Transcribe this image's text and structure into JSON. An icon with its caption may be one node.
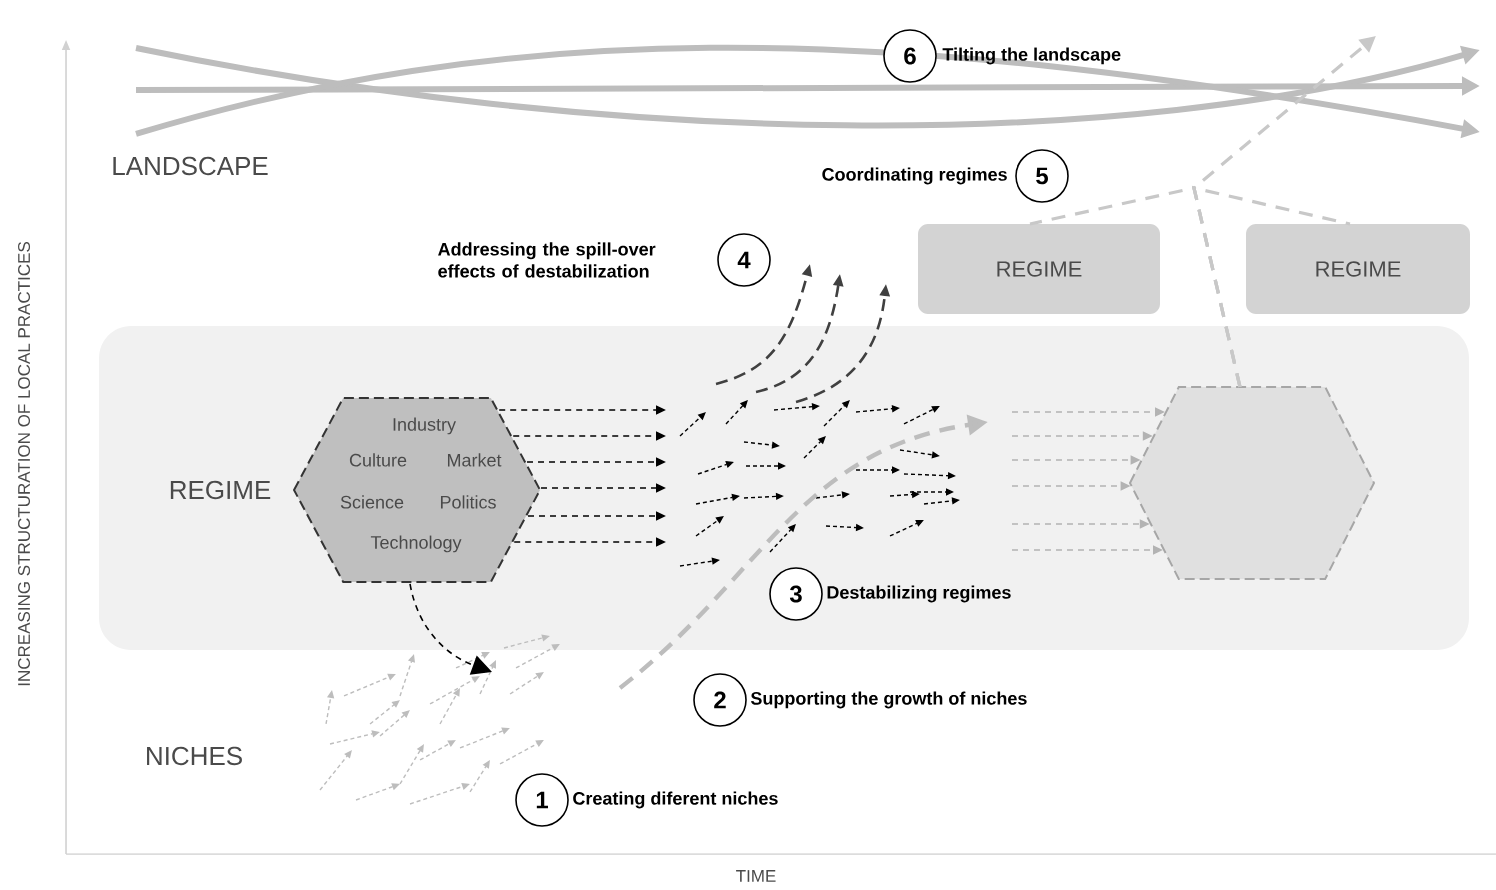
{
  "diagram": {
    "nodes": [
      {
        "text": [
          "REGIME"
        ]
      },
      {
        "text": [
          "Industry",
          "Culture",
          "Market",
          "Science",
          "Politics",
          "Technology"
        ],
        "in": 0
      },
      {
        "text": [],
        "shape": "hexagon",
        "in": 0
      },
      {
        "text": [
          "REGIME"
        ]
      },
      {
        "text": [
          "REGIME"
        ]
      },
      {
        "text": [
          "1"
        ],
        "beside": [
          "Creating diferent niches"
        ]
      },
      {
        "text": [
          "2"
        ],
        "beside": [
          "Supporting the growth of niches"
        ]
      },
      {
        "text": [
          "3"
        ],
        "beside": [
          "Destabilizing regimes"
        ],
        "in": 0
      },
      {
        "text": [
          "4"
        ],
        "beside": [
          "Addressing the spill-over effects of destabilization"
        ]
      },
      {
        "text": [
          "5"
        ],
        "beside": [
          "Coordinating regimes"
        ]
      },
      {
        "text": [
          "6"
        ],
        "beside": [
          "Tilting the landscape"
        ]
      }
    ],
    "edges": [
      {
        "from": 1,
        "to": null,
        "arrow": "to",
        "style": "dashed"
      },
      {
        "from": 1,
        "to": null,
        "arrow": "to",
        "style": "dashed"
      },
      {
        "from": 1,
        "to": null,
        "arrow": "to",
        "style": "dashed"
      },
      {
        "from": 1,
        "to": null,
        "arrow": "to",
        "style": "dashed"
      },
      {
        "from": 1,
        "to": null,
        "arrow": "to",
        "style": "dashed"
      },
      {
        "from": 1,
        "to": null,
        "arrow": "to",
        "style": "dashed"
      },
      {
        "from": 1,
        "to": null,
        "arrow": "to",
        "style": "dashed"
      },
      {
        "from": null,
        "to": 2,
        "arrow": "to",
        "style": "dashed",
        "color": "#b3b3b3"
      },
      {
        "from": null,
        "to": 2,
        "arrow": "to",
        "style": "dashed",
        "color": "#b3b3b3"
      },
      {
        "from": null,
        "to": 2,
        "arrow": "to",
        "style": "dashed",
        "color": "#b3b3b3"
      },
      {
        "from": null,
        "to": 2,
        "arrow": "to",
        "style": "dashed",
        "color": "#b3b3b3"
      },
      {
        "from": null,
        "to": 2,
        "arrow": "to",
        "style": "dashed",
        "color": "#b3b3b3"
      },
      {
        "from": null,
        "to": 2,
        "arrow": "to",
        "style": "dashed",
        "color": "#b3b3b3"
      },
      {
        "from": 2,
        "to": 3,
        "arrow": "none",
        "style": "dashed",
        "color": "#c8c8c8"
      },
      {
        "from": 2,
        "to": 4,
        "arrow": "none",
        "style": "dashed",
        "color": "#c8c8c8"
      },
      {
        "from": 2,
        "to": null,
        "arrow": "to",
        "style": "dashed",
        "color": "#c8c8c8"
      }
    ],
    "labels": [
      "LANDSCAPE",
      "NICHES",
      "INCREASING STRUCTURATION OF LOCAL PRACTICES",
      "TIME"
    ]
  }
}
